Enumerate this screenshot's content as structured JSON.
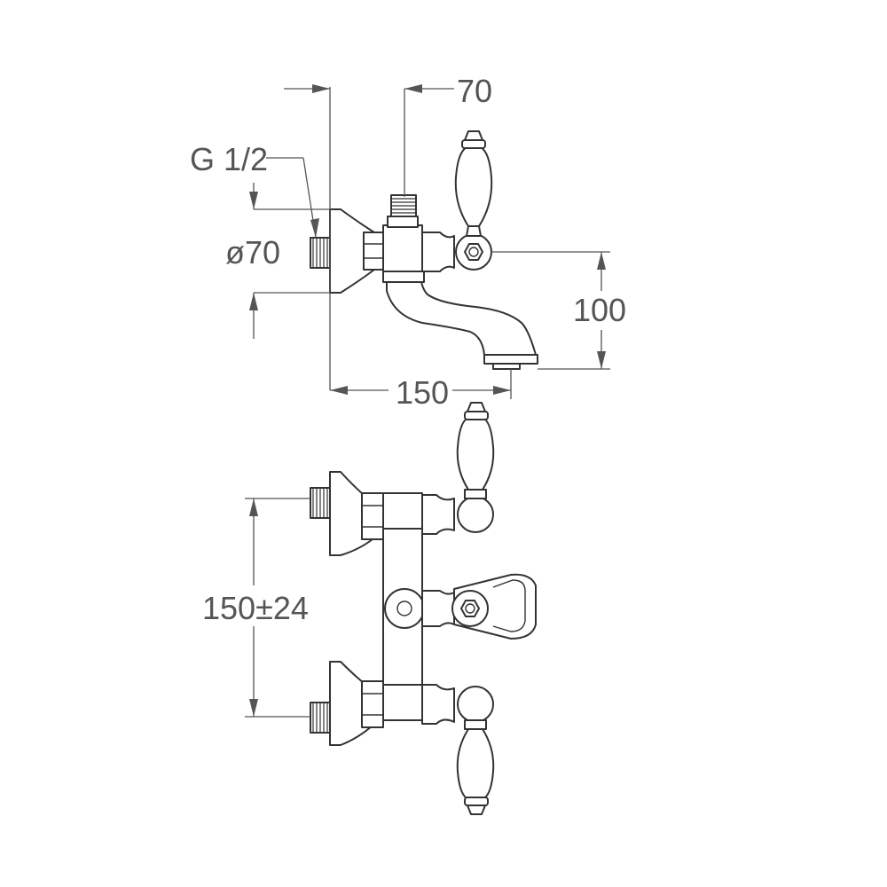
{
  "dimensions": {
    "top_offset": "70",
    "thread": "G 1/2",
    "flange_diameter": "ø70",
    "spout_height": "100",
    "spout_reach": "150",
    "inlet_spacing": "150±24"
  },
  "colors": {
    "line": "#333333",
    "dimension": "#555555",
    "background": "#ffffff"
  }
}
